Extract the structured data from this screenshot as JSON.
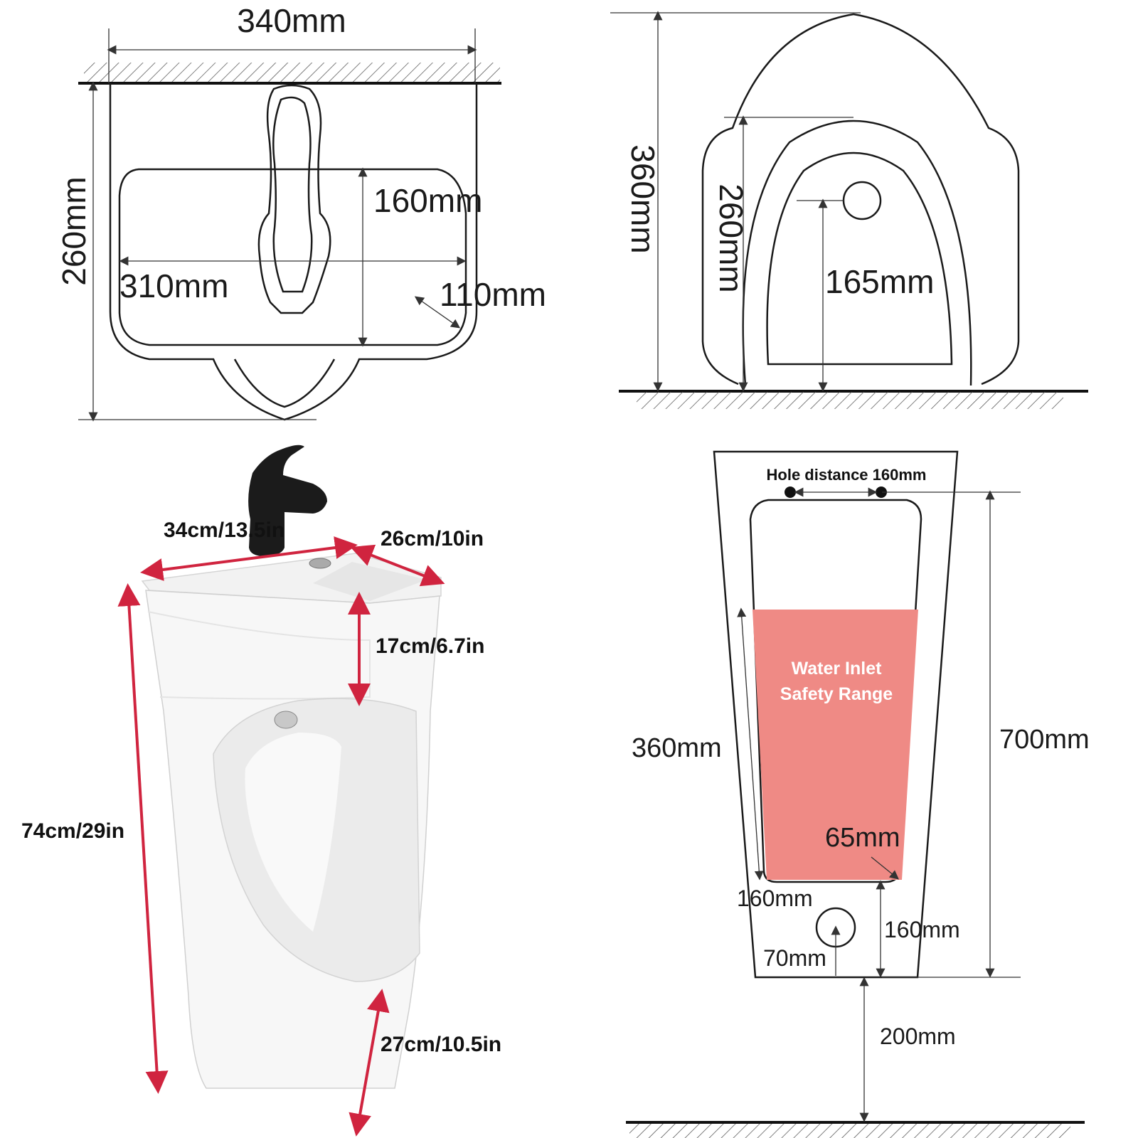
{
  "top_view": {
    "width": "340mm",
    "depth": "260mm",
    "basin_depth": "160mm",
    "basin_width": "310mm",
    "corner": "110mm"
  },
  "side_view": {
    "height": "360mm",
    "inner": "260mm",
    "hole": "165mm"
  },
  "photo_view": {
    "width": "34cm/13.5in",
    "depth": "26cm/10in",
    "basin_height": "17cm/6.7in",
    "total_height": "74cm/29in",
    "bottom": "27cm/10.5in"
  },
  "front_view": {
    "hole_distance": "Hole distance 160mm",
    "zone_line1": "Water Inlet",
    "zone_line2": "Safety Range",
    "zone_color": "#ef8a85",
    "width_360": "360mm",
    "height_700": "700mm",
    "radius_65": "65mm",
    "dim_160a": "160mm",
    "dim_160b": "160mm",
    "dim_70": "70mm",
    "floor_200": "200mm"
  }
}
